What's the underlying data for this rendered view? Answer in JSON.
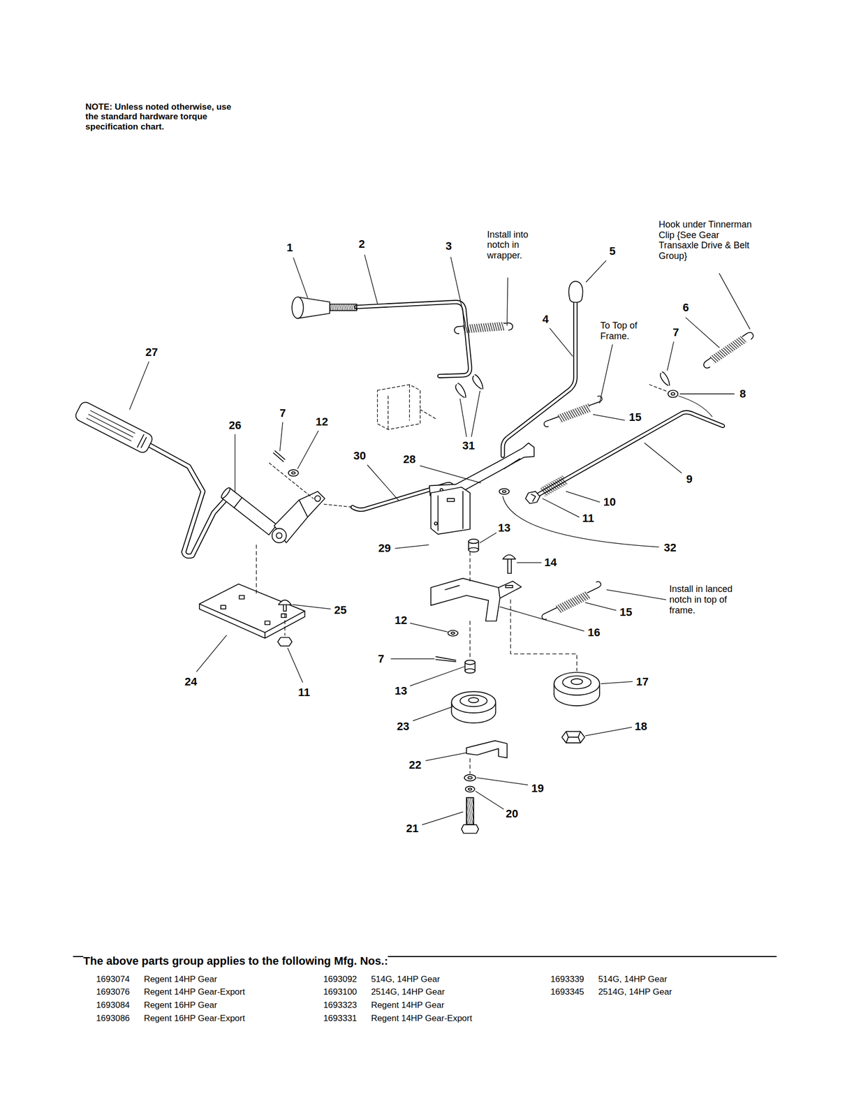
{
  "diagram": {
    "labels": [
      "NOTE: Unless noted otherwise, use the standard hardware torque specification chart.",
      "1",
      "2",
      "3",
      "Install into notch in wrapper.",
      "5",
      "Hook under Tinnerman Clip {See Gear Transaxle Drive & Belt Group}",
      "6",
      "4",
      "To Top of Frame.",
      "7",
      "27",
      "8",
      "26",
      "7",
      "12",
      "15",
      "31",
      "30",
      "28",
      "9",
      "10",
      "11",
      "29",
      "13",
      "32",
      "14",
      "Install in lanced notch in top of frame.",
      "25",
      "12",
      "15",
      "16",
      "7",
      "24",
      "11",
      "13",
      "17",
      "23",
      "18",
      "22",
      "19",
      "20",
      "21",
      "The above parts group applies to the following Mfg. Nos.:",
      "1693074",
      "Regent 14HP Gear",
      "1693092",
      "514G, 14HP Gear",
      "1693339",
      "514G, 14HP Gear",
      "1693076",
      "Regent 14HP Gear-Export",
      "1693100",
      "2514G, 14HP Gear",
      "1693345",
      "2514G, 14HP Gear",
      "1693084",
      "Regent 16HP Gear",
      "1693323",
      "Regent 14HP Gear",
      "1693086",
      "Regent 16HP Gear-Export",
      "1693331",
      "Regent 14HP Gear-Export"
    ]
  }
}
